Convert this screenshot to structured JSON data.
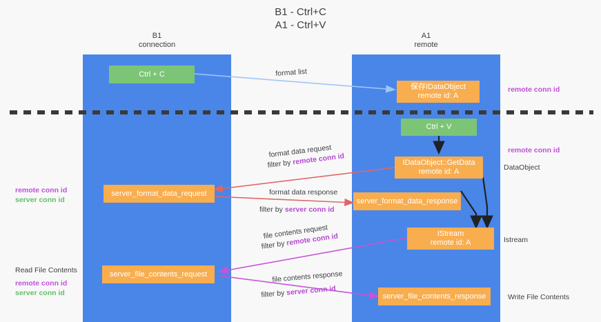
{
  "title": {
    "line1": "B1 - Ctrl+C",
    "line2": "A1 - Ctrl+V"
  },
  "columns": [
    {
      "name": "B1",
      "role": "connection"
    },
    {
      "name": "A1",
      "role": "remote"
    }
  ],
  "nodes": {
    "ctrl_c": {
      "label": "Ctrl + C",
      "color": "#7cc576"
    },
    "ctrl_v": {
      "label": "Ctrl + V",
      "color": "#7cc576"
    },
    "idataobject_store": {
      "line1": "保存IDataObject",
      "line2": "remote id: A",
      "color": "#f8ad4e"
    },
    "idataobject_getdata": {
      "line1": "IDataObject::GetData",
      "line2": "remote id: A",
      "color": "#f8ad4e"
    },
    "istream": {
      "line1": "IStream",
      "line2": "remote id: A",
      "color": "#f8ad4e"
    },
    "server_format_data_request": {
      "label": "server_format_data_request",
      "color": "#f8ad4e"
    },
    "server_format_data_response": {
      "label": "server_format_data_response",
      "color": "#f8ad4e"
    },
    "server_file_contents_request": {
      "label": "server_file_contents_request",
      "color": "#f8ad4e"
    },
    "server_file_contents_response": {
      "label": "server_file_contents_response",
      "color": "#f8ad4e"
    }
  },
  "edges": {
    "format_list": {
      "label": "format list",
      "color": "#9fc5f8"
    },
    "format_data_request": {
      "label": "format data request",
      "filter_prefix": "filter by ",
      "filter_value": "remote conn id",
      "color": "#e06666"
    },
    "format_data_response": {
      "label": "format data response",
      "filter_prefix": "filter by ",
      "filter_value": "server conn id",
      "color": "#e06666"
    },
    "file_contents_request": {
      "label": "file contents request",
      "filter_prefix": "filter by ",
      "filter_value": "remote conn id",
      "color": "#c952d8"
    },
    "file_contents_response": {
      "label": "file contents response",
      "filter_prefix": "filter by ",
      "filter_value": "server conn id",
      "color": "#c952d8"
    }
  },
  "side_labels": {
    "left": [
      {
        "remote": "remote conn id",
        "server": "server conn id"
      },
      {
        "plain": "Read File Contents",
        "remote": "remote conn id",
        "server": "server conn id"
      }
    ],
    "right": [
      {
        "remote": "remote conn id"
      },
      {
        "remote": "remote conn id",
        "plain": "DataObject"
      },
      {
        "plain": "Istream"
      },
      {
        "plain": "Write File Contents"
      }
    ]
  },
  "colors": {
    "lane": "#4a86e8",
    "orange": "#f8ad4e",
    "green": "#7cc576",
    "background": "#f8f8f8",
    "divider": "#3a3a3a",
    "conn_purple": "#c050d8",
    "conn_green": "#63bf68"
  }
}
